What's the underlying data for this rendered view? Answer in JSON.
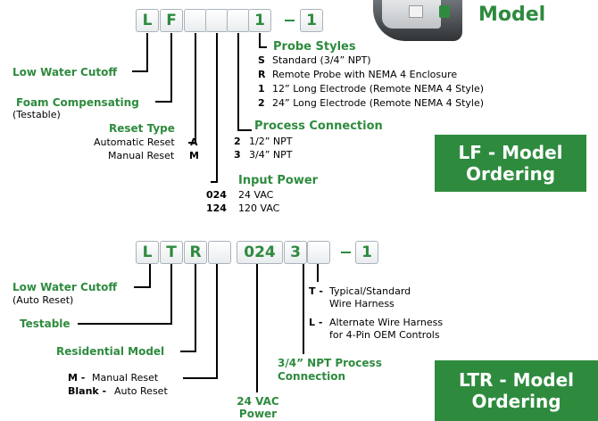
{
  "header": {
    "model_word": "Model"
  },
  "lf": {
    "boxes": [
      "L",
      "F",
      "",
      "",
      "",
      "1"
    ],
    "banner_line1": "LF - Model",
    "banner_line2": "Ordering",
    "low_water": "Low Water Cutoff",
    "foam": "Foam Compensating",
    "foam_sub": "(Testable)",
    "reset_title": "Reset Type",
    "reset_auto_label": "Automatic Reset",
    "reset_auto_code": "A",
    "reset_manual_label": "Manual Reset",
    "reset_manual_code": "M",
    "probe_title": "Probe Styles",
    "probe": [
      {
        "code": "S",
        "text": "Standard (3/4” NPT)"
      },
      {
        "code": "R",
        "text": "Remote Probe with NEMA 4 Enclosure"
      },
      {
        "code": "1",
        "text": "12” Long Electrode (Remote NEMA 4 Style)"
      },
      {
        "code": "2",
        "text": "24” Long Electrode (Remote NEMA 4 Style)"
      }
    ],
    "process_title": "Process Connection",
    "process": [
      {
        "code": "2",
        "text": "1/2” NPT"
      },
      {
        "code": "3",
        "text": "3/4” NPT"
      }
    ],
    "power_title": "Input Power",
    "power": [
      {
        "code": "024",
        "text": "24 VAC"
      },
      {
        "code": "124",
        "text": "120 VAC"
      }
    ]
  },
  "ltr": {
    "boxes": [
      "L",
      "T",
      "R",
      "",
      "024",
      "3",
      "",
      "1"
    ],
    "banner_line1": "LTR - Model",
    "banner_line2": "Ordering",
    "low_water": "Low Water Cutoff",
    "low_water_sub": "(Auto Reset)",
    "testable": "Testable",
    "residential": "Residential Model",
    "reset_m_code": "M -",
    "reset_m_text": "Manual Reset",
    "reset_b_code": "Blank -",
    "reset_b_text": "Auto Reset",
    "power_line1": "24 VAC",
    "power_line2": "Power",
    "npt_line1": "3/4” NPT Process",
    "npt_line2": "Connection",
    "harness_t_code": "T -",
    "harness_t_line1": "Typical/Standard",
    "harness_t_line2": "Wire Harness",
    "harness_l_code": "L -",
    "harness_l_line1": "Alternate Wire Harness",
    "harness_l_line2": "for 4-Pin OEM Controls"
  },
  "colors": {
    "brand_green": "#2e8b3e",
    "box_border": "#a9b3ba"
  }
}
